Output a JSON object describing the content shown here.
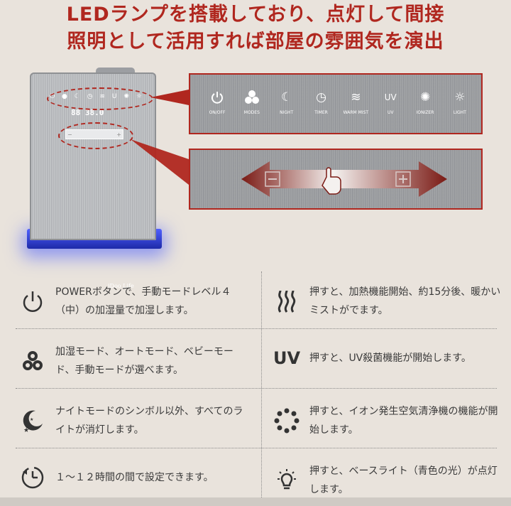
{
  "headline": {
    "line1": "LEDランプを搭載しており、点灯して間接",
    "line2": "照明として活用すれば部屋の雰囲気を演出"
  },
  "device": {
    "brand": "iDoo Life",
    "display": "88 38.0"
  },
  "buttons": [
    {
      "label": "ON/OFF",
      "icon": "power-icon"
    },
    {
      "label": "MODES",
      "icon": "modes-icon"
    },
    {
      "label": "NIGHT",
      "icon": "night-icon"
    },
    {
      "label": "TIMER",
      "icon": "timer-icon"
    },
    {
      "label": "WARM MIST",
      "icon": "warm-mist-icon"
    },
    {
      "label": "UV",
      "icon": "uv-icon"
    },
    {
      "label": "IONIZER",
      "icon": "ionizer-icon"
    },
    {
      "label": "LIGHT",
      "icon": "light-icon"
    }
  ],
  "slider": {
    "minus": "−",
    "plus": "+"
  },
  "features": [
    {
      "icon": "power-icon",
      "text": "POWERボタンで、手動モードレベル４（中）の加湿量で加湿します。"
    },
    {
      "icon": "warm-mist-icon",
      "text": "押すと、加熱機能開始、約15分後、暖かいミストがでます。"
    },
    {
      "icon": "modes-icon",
      "text": "加湿モード、オートモード、ベビーモード、手動モードが選べます。"
    },
    {
      "icon": "uv-icon",
      "text": "押すと、UV殺菌機能が開始します。"
    },
    {
      "icon": "night-icon",
      "text": "ナイトモードのシンボル以外、すべてのライトが消灯します。"
    },
    {
      "icon": "ionizer-icon",
      "text": "押すと、イオン発生空気清浄機の機能が開始します。"
    },
    {
      "icon": "timer-icon",
      "text": "１～１２時間の間で設定できます。"
    },
    {
      "icon": "light-icon",
      "text": "押すと、ベースライト（青色の光）が点灯します。"
    }
  ],
  "colors": {
    "accent": "#b0271f",
    "base_light": "#3d4cff"
  }
}
